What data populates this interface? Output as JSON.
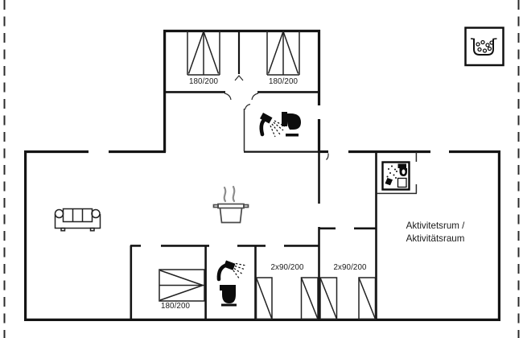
{
  "floor_plan": {
    "background_color": "#ffffff",
    "wall_color": "#141414",
    "text_color": "#1a1a1a",
    "labels": {
      "bed_top_left": "180/200",
      "bed_top_right": "180/200",
      "bed_bottom": "180/200",
      "bunk_room_left": "2x90/200",
      "bunk_room_right": "2x90/200"
    },
    "rooms": {
      "activity_room": {
        "name_line1": "Aktivitetsrum /",
        "name_line2": "Aktivitätsraum"
      }
    },
    "icons": {
      "spa_bath": "spa-bath-icon",
      "bathroom_top": [
        "shower-icon",
        "toilet-icon"
      ],
      "bathroom_bottom": [
        "shower-icon",
        "toilet-icon"
      ],
      "small_bathroom": "shower-toilet-pictogram-icon",
      "living_room": "sofa-icon",
      "kitchen": "cooking-pot-steam-icon"
    }
  }
}
